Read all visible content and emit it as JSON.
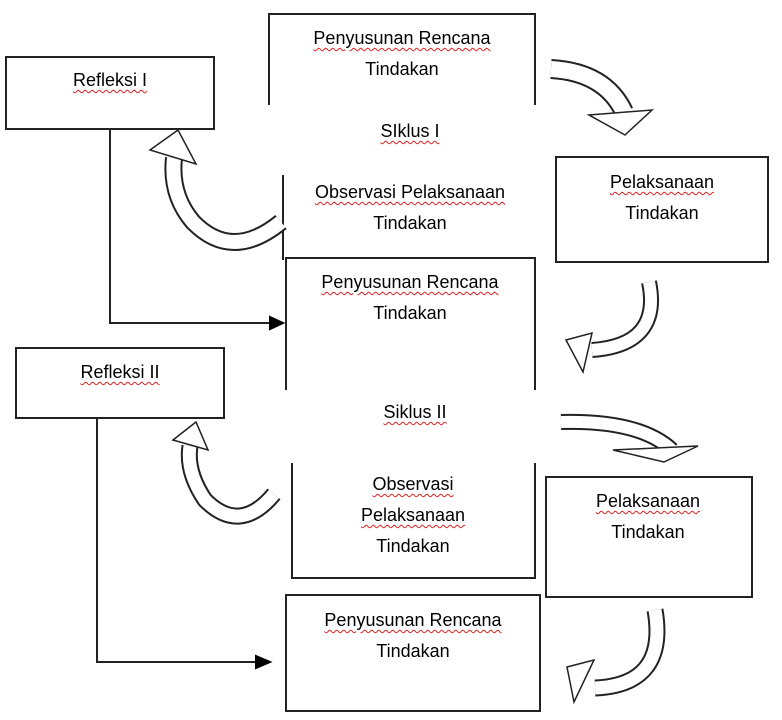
{
  "cycle1": {
    "plan": {
      "line1": "Penyusunan Rencana",
      "line2": "Tindakan"
    },
    "label": "SIklus I",
    "observe": {
      "line1": "Observasi Pelaksanaan",
      "line2": "Tindakan"
    },
    "act": {
      "line1": "Pelaksanaan",
      "line2": "Tindakan"
    },
    "reflect": "Refleksi I"
  },
  "cycle2": {
    "plan": {
      "line1": "Penyusunan Rencana",
      "line2": "Tindakan"
    },
    "label": "Siklus II",
    "observe": {
      "line1": "Observasi",
      "line2": "Pelaksanaan",
      "line3": "Tindakan"
    },
    "act": {
      "line1": "Pelaksanaan",
      "line2": "Tindakan"
    },
    "reflect": "Refleksi II"
  },
  "next": {
    "plan": {
      "line1": "Penyusunan Rencana",
      "line2": "Tindakan"
    }
  }
}
